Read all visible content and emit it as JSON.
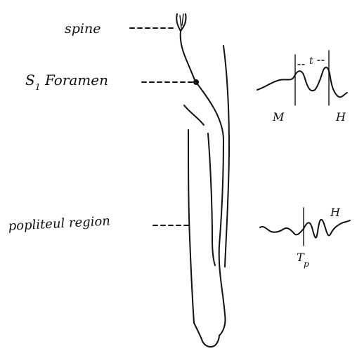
{
  "labels": {
    "spine": "spine",
    "s1_foramen_sub": "1",
    "s1_foramen_prefix": "S",
    "s1_foramen_text": "Foramen",
    "popliteal": "popliteul region"
  },
  "waveforms": {
    "upper": {
      "m_label": "M",
      "h_label": "H",
      "interval_label": "t"
    },
    "lower": {
      "h_label": "H",
      "tp_label": "T",
      "tp_sub": "p"
    }
  }
}
